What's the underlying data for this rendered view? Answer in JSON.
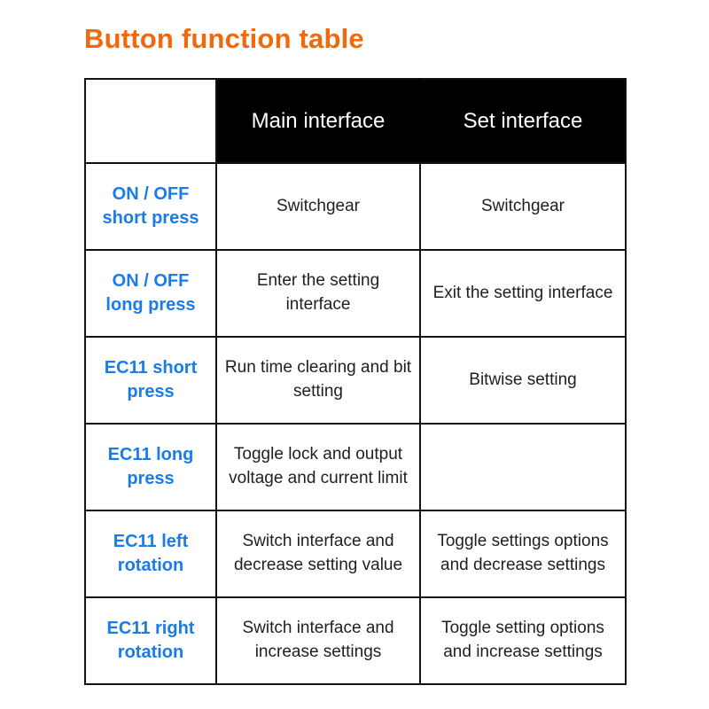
{
  "title": "Button function table",
  "colors": {
    "title_orange": "#F2690D",
    "label_blue": "#1A7CE8",
    "header_bg": "#000000",
    "header_text": "#FFFFFF",
    "border": "#121212",
    "body_text": "#1F1F1F"
  },
  "table": {
    "headers": [
      "Main interface",
      "Set interface"
    ],
    "rows": [
      {
        "label": "ON / OFF short press",
        "main": "Switchgear",
        "set": "Switchgear"
      },
      {
        "label": "ON / OFF long press",
        "main": "Enter the setting interface",
        "set": "Exit the setting interface"
      },
      {
        "label": "EC11 short press",
        "main": "Run time clearing and bit setting",
        "set": "Bitwise setting"
      },
      {
        "label": "EC11 long press",
        "main": "Toggle lock and output voltage and current limit",
        "set": ""
      },
      {
        "label": "EC11 left rotation",
        "main": "Switch interface and decrease setting value",
        "set": "Toggle settings options and decrease settings"
      },
      {
        "label": "EC11 right rotation",
        "main": "Switch interface and increase settings",
        "set": "Toggle setting options and increase settings"
      }
    ]
  }
}
